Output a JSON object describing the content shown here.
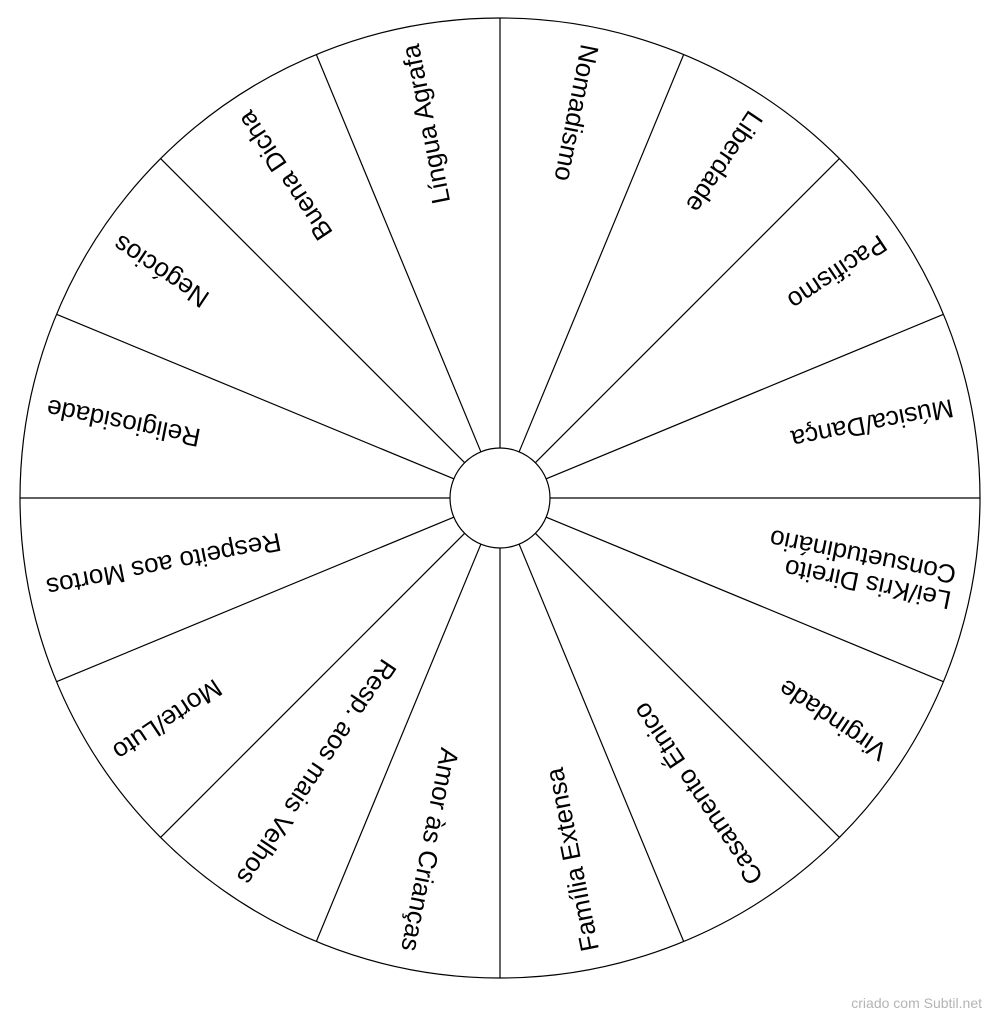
{
  "wheel": {
    "segments": [
      {
        "label": "Nomadismo"
      },
      {
        "label": "Liberdade"
      },
      {
        "label": "Pacifismo"
      },
      {
        "label": "Música/Dança"
      },
      {
        "label": "Lei/Kris Direito\nConsuetudinário"
      },
      {
        "label": "Virgindade"
      },
      {
        "label": "Casamento Étnico"
      },
      {
        "label": "Família Extensa"
      },
      {
        "label": "Amor às Crianças"
      },
      {
        "label": "Resp. aos mais Velhos"
      },
      {
        "label": "Morte/Luto"
      },
      {
        "label": "Respeito aos Mortos"
      },
      {
        "label": "Religiosidade"
      },
      {
        "label": "Negócios"
      },
      {
        "label": "Buena Dicha"
      },
      {
        "label": "Língua Agrafa"
      }
    ],
    "colors": {
      "line": "#000000",
      "fill": "#ffffff",
      "text": "#000000"
    }
  },
  "footer": {
    "credit": "criado com Subtil.net"
  }
}
